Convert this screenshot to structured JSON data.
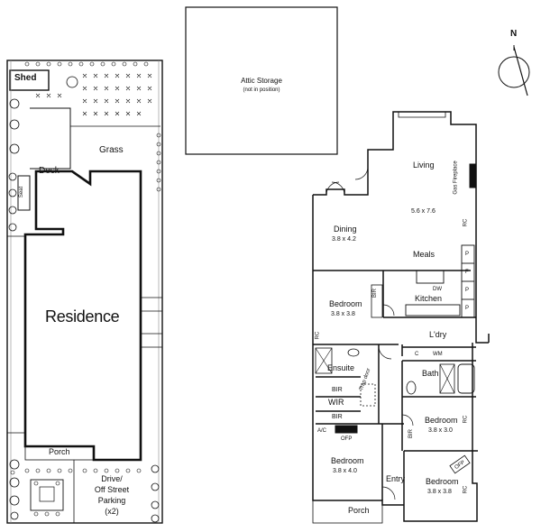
{
  "site": {
    "shed": "Shed",
    "deck": "Deck",
    "seat": "Seat",
    "grass": "Grass",
    "residence": "Residence",
    "porch": "Porch",
    "drive_line1": "Drive/",
    "drive_line2": "Off Street",
    "drive_line3": "Parking",
    "drive_line4": "(x2)"
  },
  "attic": {
    "title": "Attic Storage",
    "note": "(not in position)"
  },
  "compass": {
    "north": "N"
  },
  "floor": {
    "living": {
      "name": "Living",
      "dims": "5.6 x 7.6"
    },
    "gas_fireplace": "Gas Fireplace",
    "dining": {
      "name": "Dining",
      "dims": "3.8 x 4.2"
    },
    "meals": "Meals",
    "dw": "DW",
    "kitchen": "Kitchen",
    "bedroom1": {
      "name": "Bedroom",
      "dims": "3.8 x 3.8"
    },
    "bir_top": "BIR",
    "rc": "RC",
    "pantry": "P",
    "fridge": "F",
    "laundry": "L'dry",
    "c": "C",
    "wm": "WM",
    "ensuite": "Ensuite",
    "bath": "Bath",
    "bir": "BIR",
    "wir": "WIR",
    "trapdoor": "Trap door",
    "ac": "A/C",
    "ofp": "OFP",
    "bedroom2": {
      "name": "Bedroom",
      "dims": "3.8 x 3.0"
    },
    "bedroom3": {
      "name": "Bedroom",
      "dims": "3.8 x 4.0"
    },
    "bedroom4": {
      "name": "Bedroom",
      "dims": "3.8 x 3.8"
    },
    "entry": "Entry",
    "porch": "Porch"
  }
}
